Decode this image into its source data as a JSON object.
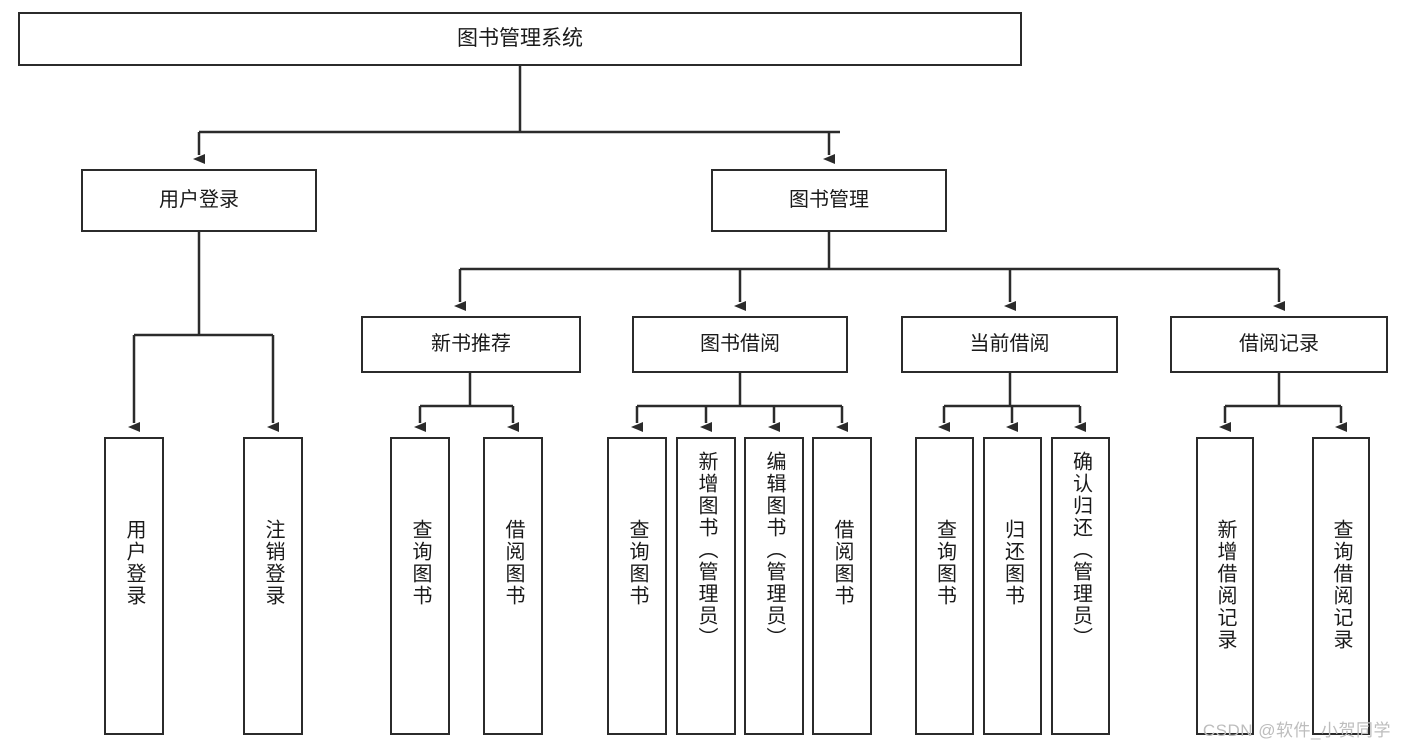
{
  "diagram": {
    "title": "图书管理系统",
    "type": "tree",
    "colors": {
      "stroke": "#2b2b2b",
      "fill": "#ffffff",
      "text": "#1a1a1a",
      "watermark": "#bdbdbd"
    },
    "root": {
      "label": "图书管理系统"
    },
    "level1": [
      {
        "label": "用户登录"
      },
      {
        "label": "图书管理"
      }
    ],
    "level2": [
      {
        "label": "新书推荐"
      },
      {
        "label": "图书借阅"
      },
      {
        "label": "当前借阅"
      },
      {
        "label": "借阅记录"
      }
    ],
    "leaves": [
      {
        "label": "用户登录",
        "parent": "用户登录"
      },
      {
        "label": "注销登录",
        "parent": "用户登录"
      },
      {
        "label": "查询图书",
        "parent": "新书推荐"
      },
      {
        "label": "借阅图书",
        "parent": "新书推荐"
      },
      {
        "label": "查询图书",
        "parent": "图书借阅"
      },
      {
        "label": "新增图书（管理员）",
        "parent": "图书借阅"
      },
      {
        "label": "编辑图书（管理员）",
        "parent": "图书借阅"
      },
      {
        "label": "借阅图书",
        "parent": "图书借阅"
      },
      {
        "label": "查询图书",
        "parent": "当前借阅"
      },
      {
        "label": "归还图书",
        "parent": "当前借阅"
      },
      {
        "label": "确认归还（管理员）",
        "parent": "当前借阅"
      },
      {
        "label": "新增借阅记录",
        "parent": "借阅记录"
      },
      {
        "label": "查询借阅记录",
        "parent": "借阅记录"
      }
    ]
  },
  "watermark": {
    "text": "CSDN @软件_小贺同学"
  }
}
